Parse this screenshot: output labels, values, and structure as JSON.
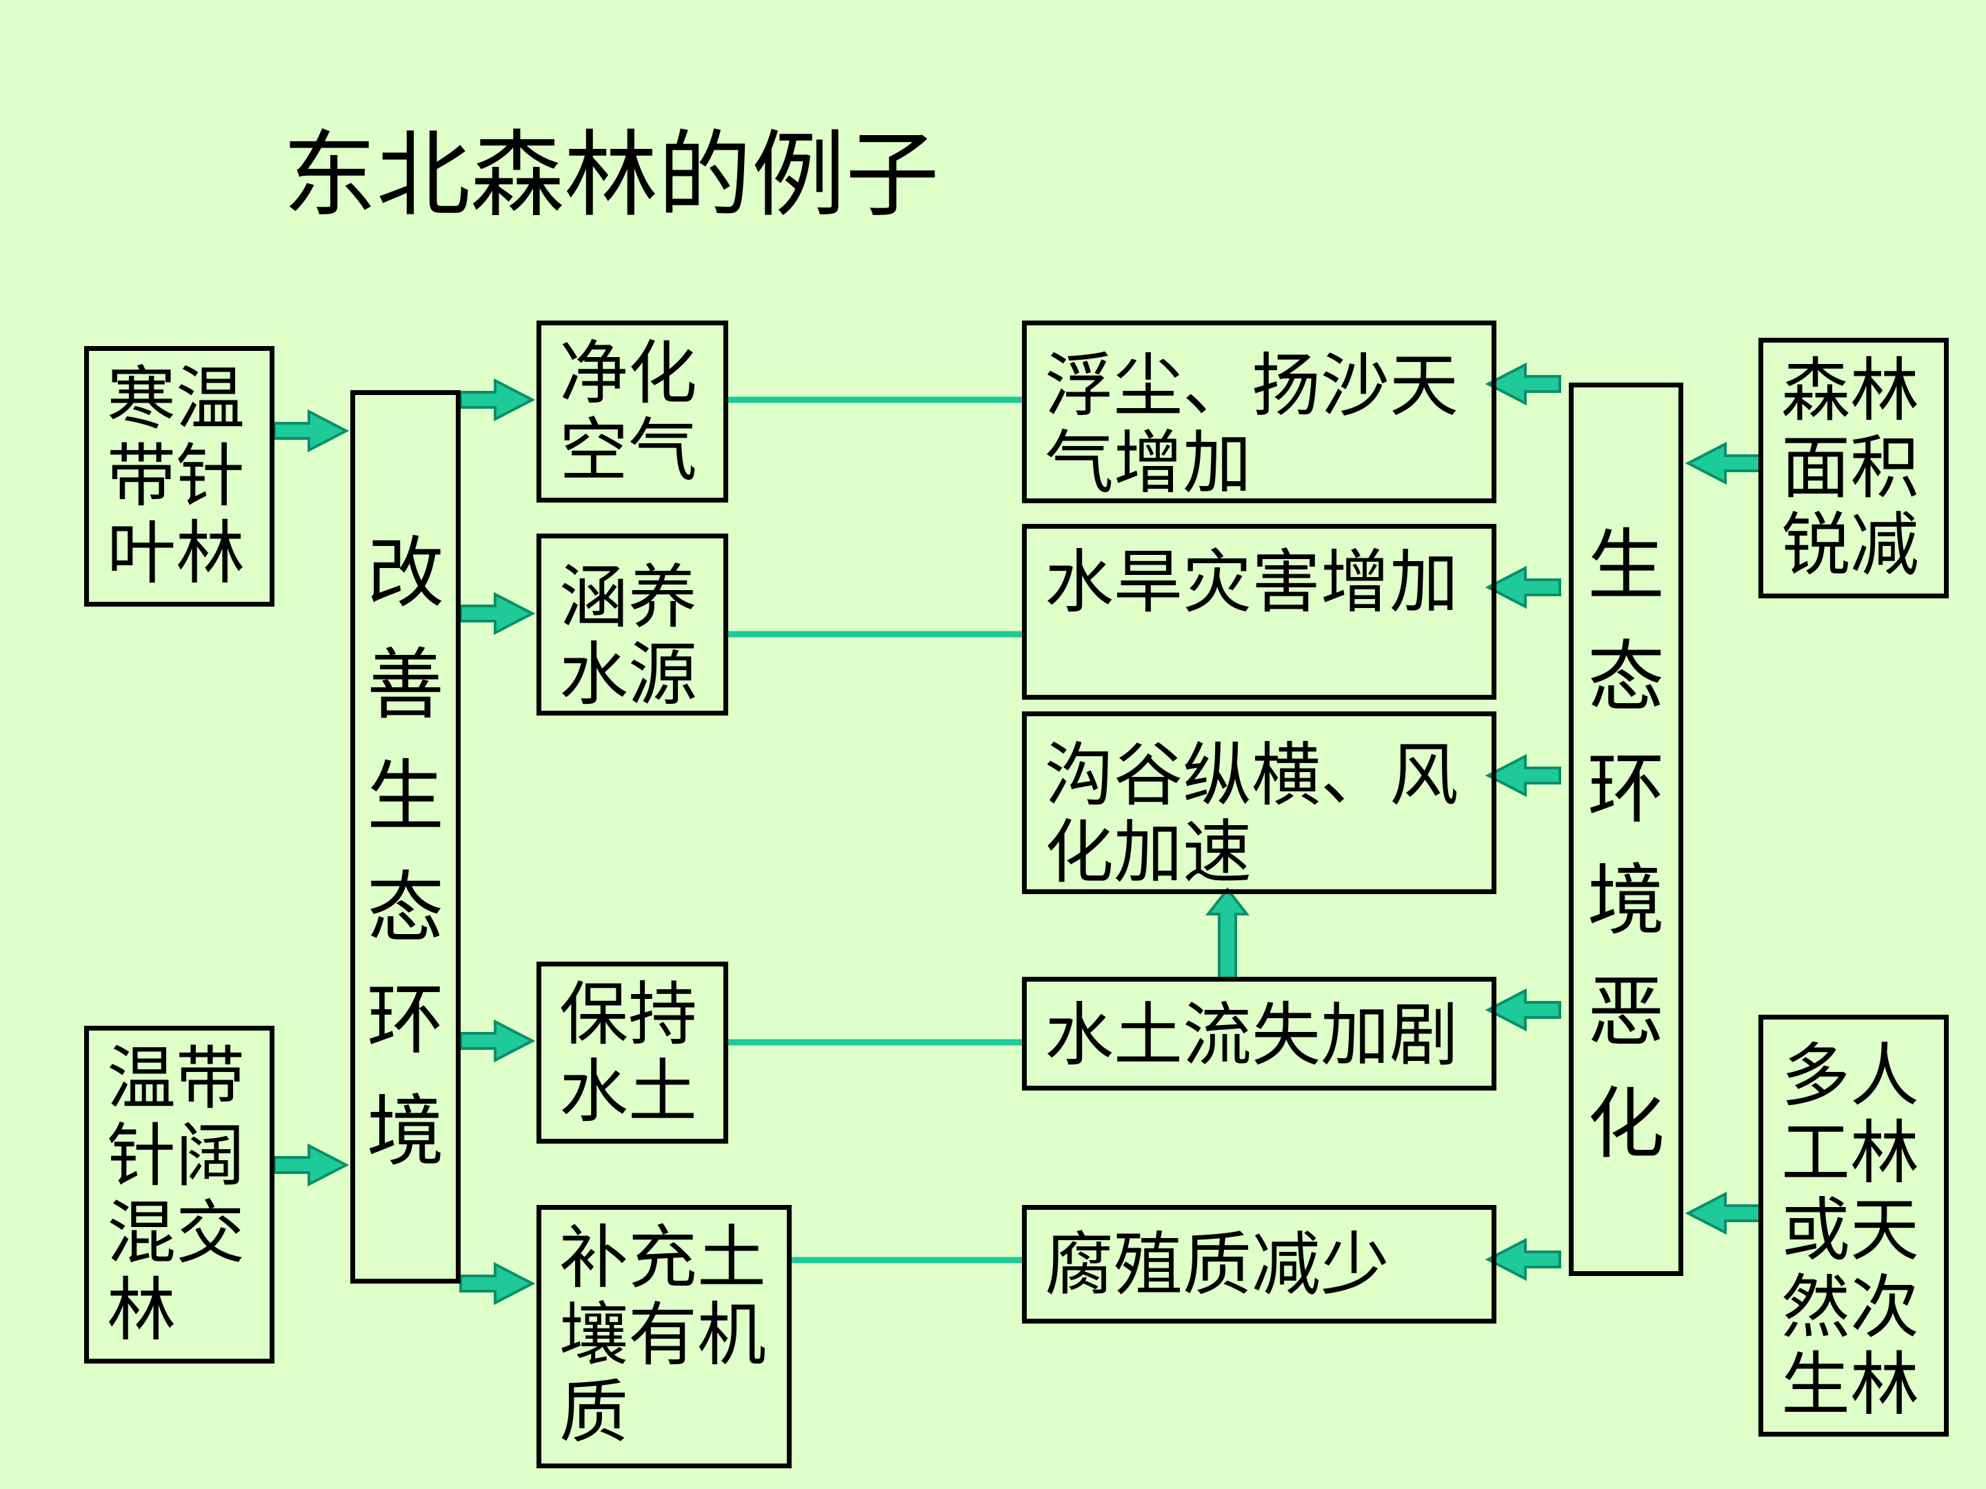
{
  "title": "东北森林的例子",
  "colors": {
    "background": "#deffc8",
    "connector": "#1ec99a",
    "arrow_edge": "#0a8f6a",
    "border": "#000000"
  },
  "left_sources": {
    "top": "寒温带针叶林",
    "bottom": "温带针阔混交林"
  },
  "left_bar": [
    "改",
    "善",
    "生",
    "态",
    "环",
    "境"
  ],
  "benefits": [
    "净化空气",
    "涵养水源",
    "保持水土",
    "补充土壤有机质"
  ],
  "problems": [
    "浮尘、扬沙天气增加",
    "水旱灾害增加",
    "沟谷纵横、风化加速",
    "水土流失加剧",
    "腐殖质减少"
  ],
  "right_bar": [
    "生",
    "态",
    "环",
    "境",
    "恶",
    "化"
  ],
  "right_sources": {
    "top": "森林面积锐减",
    "bottom": "多人工林或天然次生林"
  }
}
